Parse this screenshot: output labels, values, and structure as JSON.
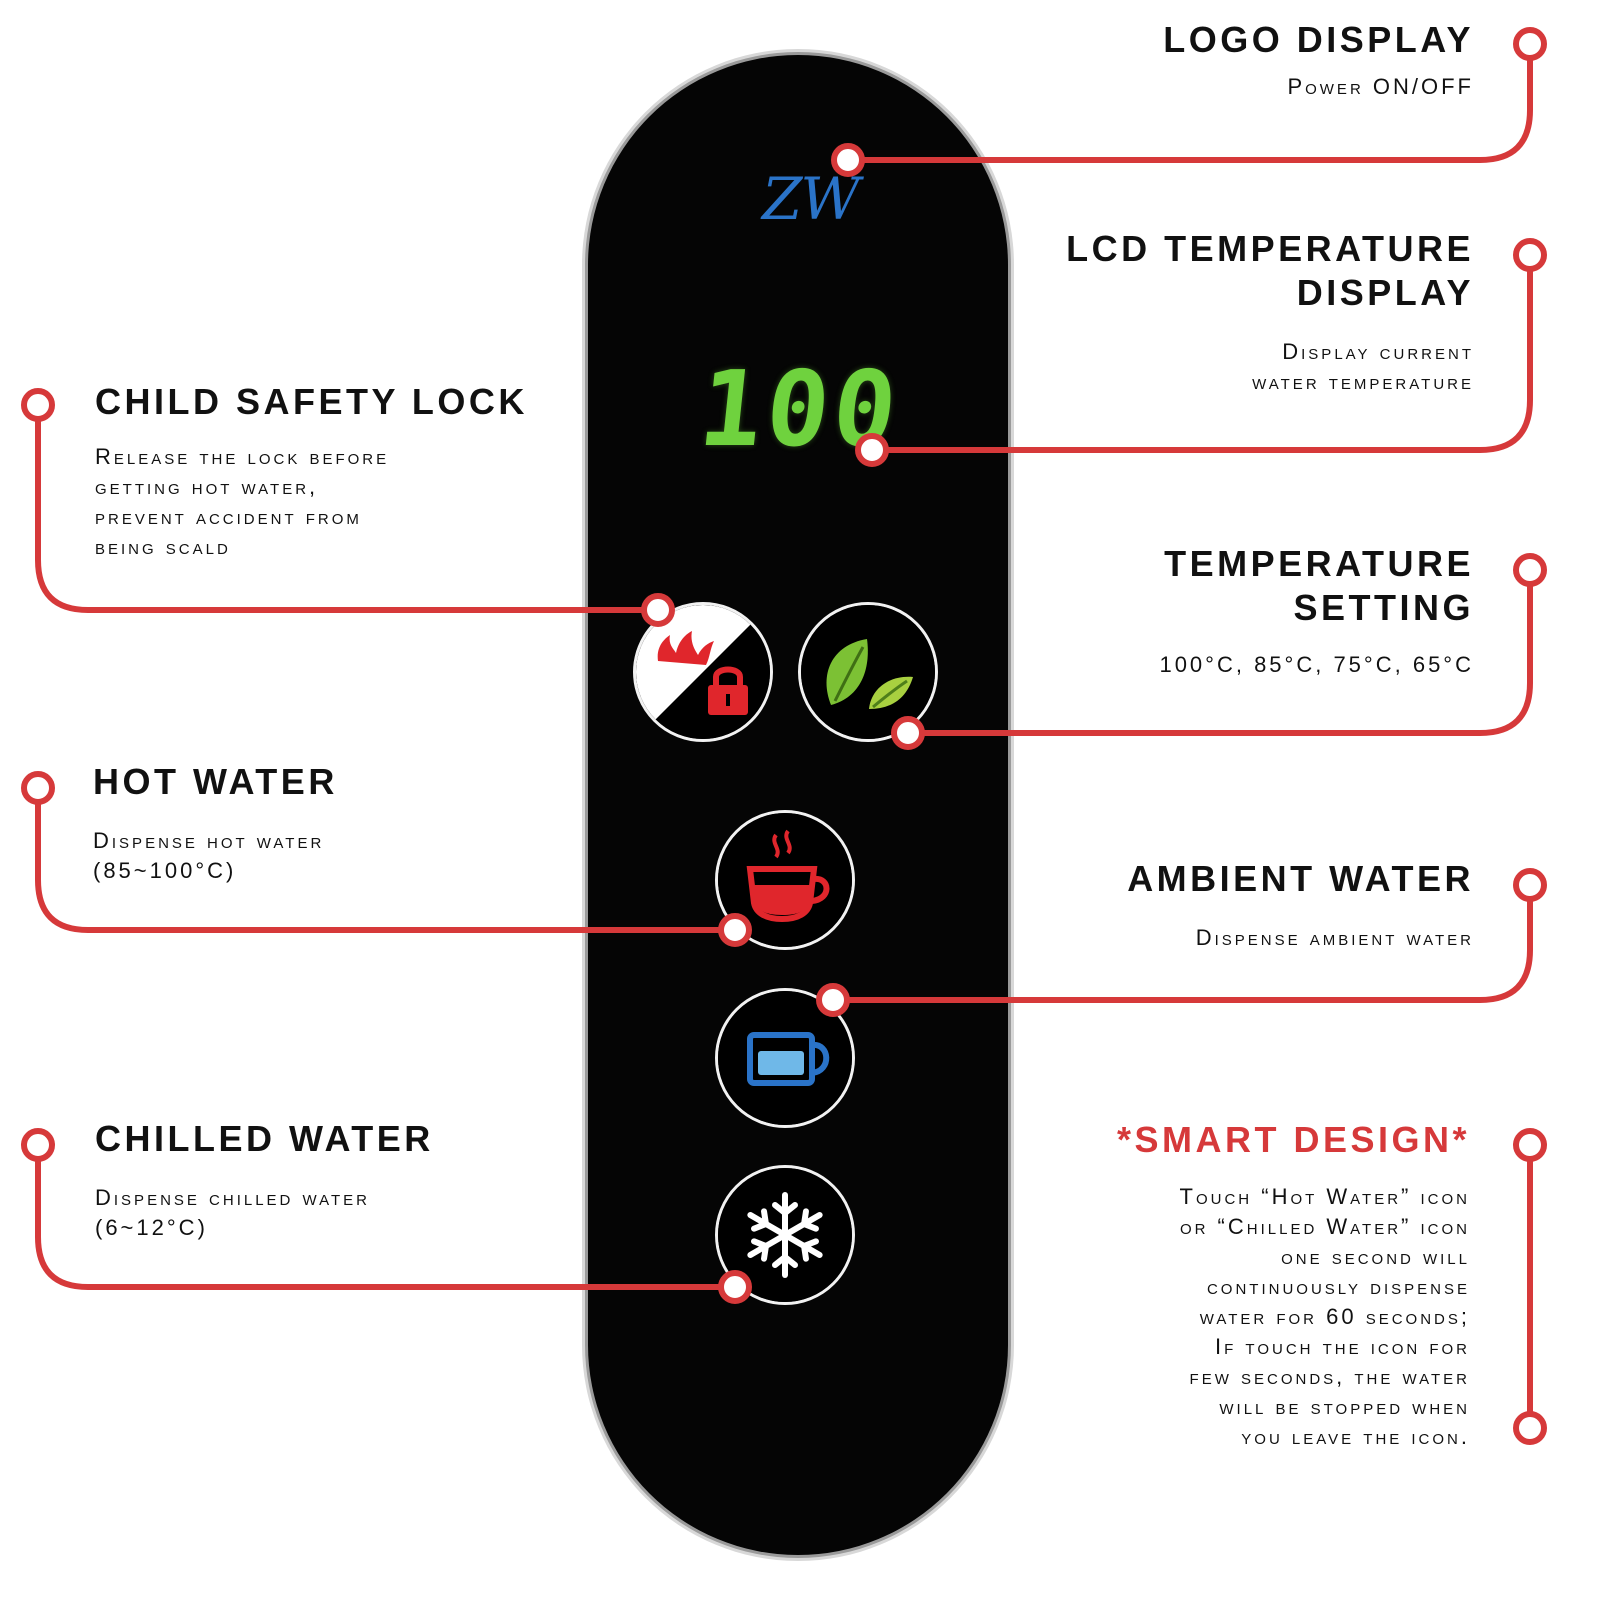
{
  "panel": {
    "logo_text": "ZW",
    "lcd_reading": "100"
  },
  "annotations": {
    "logo_display": {
      "title": "LOGO DISPLAY",
      "desc": "Power ON/OFF"
    },
    "lcd_display": {
      "title_line1": "LCD TEMPERATURE",
      "title_line2": "DISPLAY",
      "desc_line1": "Display current",
      "desc_line2": "water temperature"
    },
    "child_lock": {
      "title": "CHILD SAFETY LOCK",
      "desc_line1": "Release the lock before",
      "desc_line2": "getting hot water,",
      "desc_line3": "prevent accident from",
      "desc_line4": "being scald"
    },
    "temperature_setting": {
      "title_line1": "TEMPERATURE",
      "title_line2": "SETTING",
      "desc": "100°C, 85°C, 75°C, 65°C"
    },
    "hot_water": {
      "title": "HOT WATER",
      "desc_line1": "Dispense hot water",
      "desc_line2": "(85~100°C)"
    },
    "ambient_water": {
      "title": "AMBIENT WATER",
      "desc": "Dispense ambient water"
    },
    "chilled_water": {
      "title": "CHILLED WATER",
      "desc_line1": "Dispense chilled water",
      "desc_line2": "(6~12°C)"
    },
    "smart_design": {
      "title": "*SMART DESIGN*",
      "lines": [
        "Touch “Hot Water” icon",
        "or “Chilled Water” icon",
        "one second will",
        "continuously dispense",
        "water for 60 seconds;",
        "If touch the icon for",
        "few seconds, the water",
        "will be stopped when",
        "you leave the icon."
      ]
    }
  },
  "colors": {
    "connector": "#d6393a",
    "panel": "#050505",
    "lcd": "#6fd23e",
    "logo": "#2a73c8"
  }
}
